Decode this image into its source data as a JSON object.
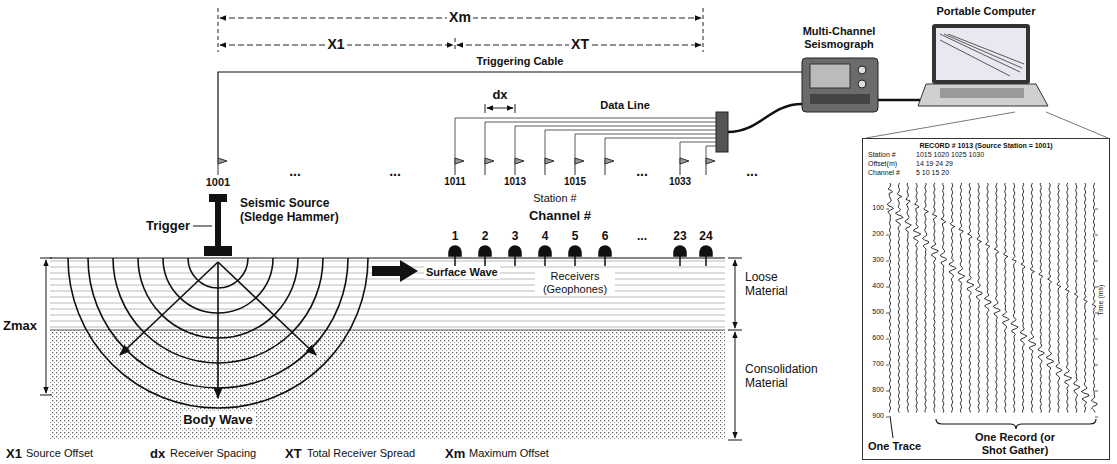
{
  "diagram": {
    "nodes": [
      {
        "text": [
          "Multi-Channel Seismograph"
        ]
      },
      {
        "text": [
          "Portable Computer"
        ]
      },
      {
        "text": [
          "RECORD # 1013 (Source Station = 1001)"
        ]
      }
    ],
    "edges": [
      {
        "from": 0,
        "to": 1,
        "arrow": "none"
      },
      {
        "from": 1,
        "to": 2,
        "arrow": "none"
      }
    ],
    "labels": [
      "Xm",
      "X1",
      "XT",
      "Triggering Cable",
      "dx",
      "Data Line",
      "1001",
      "...",
      "...",
      "1011",
      "1013",
      "1015",
      "...",
      "1033",
      "...",
      "Station #",
      "Channel #",
      "Trigger",
      "Seismic Source (Sledge Hammer)",
      "1",
      "2",
      "3",
      "4",
      "5",
      "6",
      "...",
      "23",
      "24",
      "Receivers (Geophones)",
      "Surface Wave",
      "Loose Material",
      "Consolidation Material",
      "Zmax",
      "Body Wave",
      "X1",
      "Source Offset",
      "dx",
      "Receiver Spacing",
      "XT",
      "Total Receiver Spread",
      "Xm",
      "Maximum Offset",
      "Station #",
      "1015 1020 1025 1030",
      "Offset(m)",
      "14 19 24 29",
      "Channel #",
      "5 10 15 20",
      "Time (ms)",
      "100",
      "200",
      "300",
      "400",
      "500",
      "600",
      "700",
      "800",
      "900",
      "One Trace",
      "One Record (or Shot Gather)"
    ]
  }
}
